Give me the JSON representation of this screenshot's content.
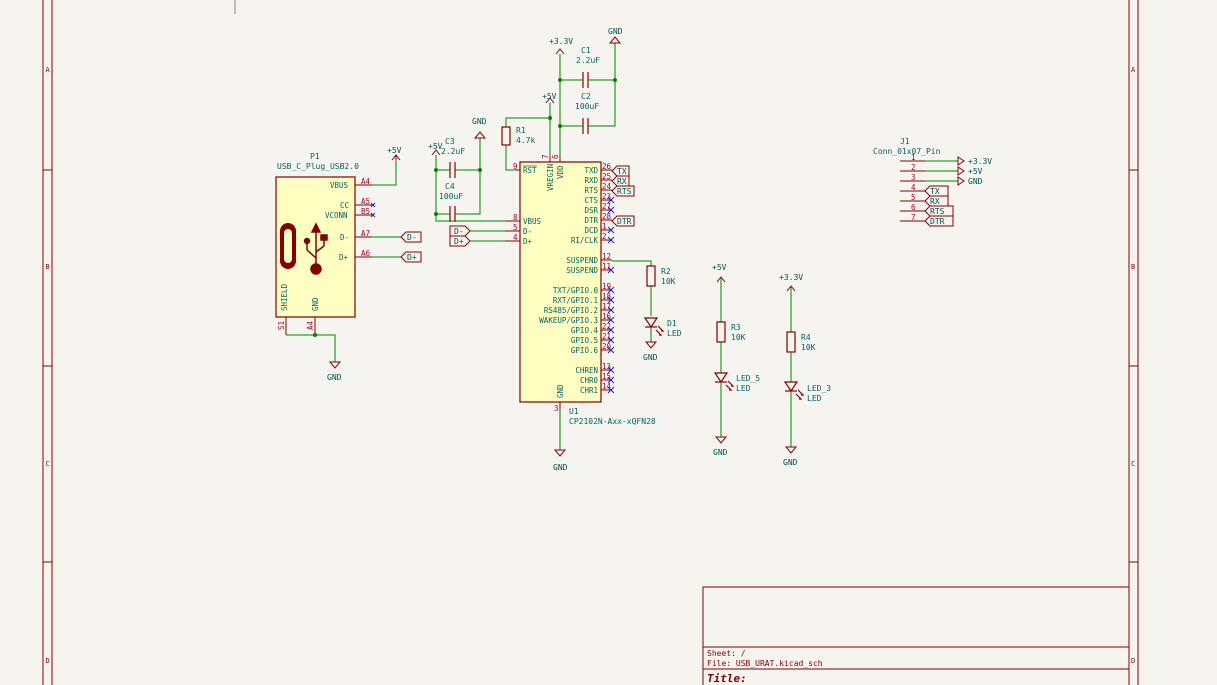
{
  "frame": {
    "row_letters": [
      "A",
      "B",
      "C",
      "D"
    ]
  },
  "title_block": {
    "sheet_label": "Sheet: /",
    "file_label": "File: USB_URAT.kicad_sch",
    "title_label": "Title:"
  },
  "p1": {
    "ref": "P1",
    "value": "USB_C_Plug_USB2.0",
    "pins": {
      "vbus": "VBUS",
      "cc": "CC",
      "vconn": "VCONN",
      "dminus": "D-",
      "dplus": "D+",
      "shield": "SHIELD",
      "gnd": "GND"
    },
    "pin_numbers": {
      "a4": "A4",
      "a5": "A5",
      "b5": "B5",
      "a7": "A7",
      "a6": "A6",
      "s1": "S1",
      "a4b": "A4"
    }
  },
  "u1": {
    "ref": "U1",
    "value": "CP2102N-Axx-xQFN28",
    "left_pins": [
      {
        "name": "RST",
        "num": "9"
      },
      {
        "name": "VBUS",
        "num": "8"
      },
      {
        "name": "D-",
        "num": "5"
      },
      {
        "name": "D+",
        "num": "4"
      }
    ],
    "top_pins": [
      {
        "name": "VREGIN",
        "num": "7"
      },
      {
        "name": "VDD",
        "num": "6"
      }
    ],
    "bottom_pin": {
      "name": "GND",
      "num": "3"
    },
    "right_pins": [
      {
        "name": "TXD",
        "num": "26"
      },
      {
        "name": "RXD",
        "num": "25"
      },
      {
        "name": "RTS",
        "num": "24"
      },
      {
        "name": "CTS",
        "num": "23"
      },
      {
        "name": "DSR",
        "num": "27"
      },
      {
        "name": "DTR",
        "num": "28"
      },
      {
        "name": "DCD",
        "num": "1"
      },
      {
        "name": "RI/CLK",
        "num": "2"
      },
      {
        "name": "SUSPEND",
        "num": "12"
      },
      {
        "name": "SUSPEND",
        "num": "11"
      },
      {
        "name": "TXT/GPIO.0",
        "num": "19"
      },
      {
        "name": "RXT/GPIO.1",
        "num": "18"
      },
      {
        "name": "RS485/GPIO.2",
        "num": "17"
      },
      {
        "name": "WAKEUP/GPIO.3",
        "num": "16"
      },
      {
        "name": "GPIO.4",
        "num": "22"
      },
      {
        "name": "GPIO.5",
        "num": "21"
      },
      {
        "name": "GPIO.6",
        "num": "20"
      },
      {
        "name": "CHREN",
        "num": "13"
      },
      {
        "name": "CHR0",
        "num": "15"
      },
      {
        "name": "CHR1",
        "num": "14"
      }
    ]
  },
  "passives": {
    "r1": {
      "ref": "R1",
      "value": "4.7k"
    },
    "r2": {
      "ref": "R2",
      "value": "10K"
    },
    "r3": {
      "ref": "R3",
      "value": "10K"
    },
    "r4": {
      "ref": "R4",
      "value": "10K"
    },
    "c1": {
      "ref": "C1",
      "value": "2.2uF"
    },
    "c2": {
      "ref": "C2",
      "value": "100uF"
    },
    "c3": {
      "ref": "C3",
      "value": "2.2uF"
    },
    "c4": {
      "ref": "C4",
      "value": "100uF"
    },
    "d1": {
      "ref": "D1",
      "value": "LED"
    },
    "led5": {
      "ref": "LED_5",
      "value": "LED"
    },
    "led3": {
      "ref": "LED_3",
      "value": "LED"
    }
  },
  "j1": {
    "ref": "J1",
    "value": "Conn_01x07_Pin",
    "pins": [
      {
        "num": "1",
        "net": "+3.3V"
      },
      {
        "num": "2",
        "net": "+5V"
      },
      {
        "num": "3",
        "net": "GND"
      },
      {
        "num": "4",
        "net": "TX"
      },
      {
        "num": "5",
        "net": "RX"
      },
      {
        "num": "6",
        "net": "RTS"
      },
      {
        "num": "7",
        "net": "DTR"
      }
    ]
  },
  "power": {
    "v33": "+3.3V",
    "v5": "+5V",
    "gnd": "GND"
  },
  "labels": {
    "tx": "TX",
    "rx": "RX",
    "rts": "RTS",
    "dtr": "DTR",
    "dminus": "D-",
    "dplus": "D+"
  }
}
